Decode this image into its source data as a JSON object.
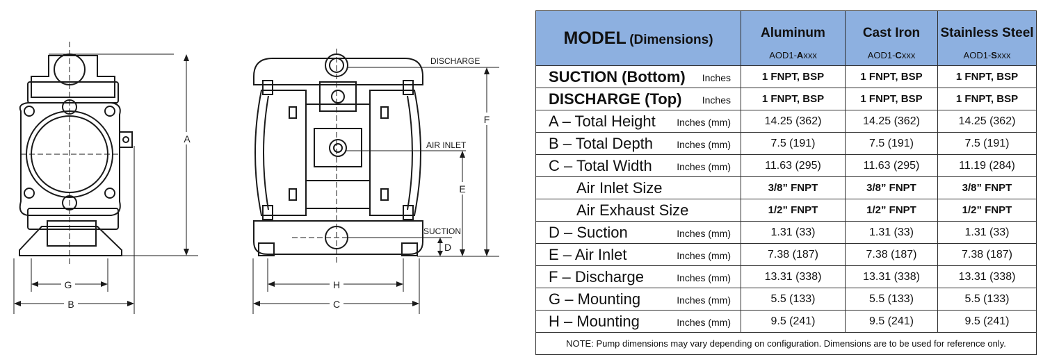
{
  "drawing": {
    "labels": {
      "discharge": "DISCHARGE",
      "air_inlet": "AIR INLET",
      "suction": "SUCTION",
      "a": "A",
      "b": "B",
      "c": "C",
      "d": "D",
      "e": "E",
      "f": "F",
      "g": "G",
      "h": "H"
    }
  },
  "table": {
    "header": {
      "model_bold": "MODEL",
      "model_small": "(Dimensions)",
      "materials": [
        {
          "name": "Aluminum",
          "code_prefix": "AOD1-",
          "code_letter": "A",
          "code_suffix": "xxx"
        },
        {
          "name": "Cast Iron",
          "code_prefix": "AOD1-",
          "code_letter": "C",
          "code_suffix": "xxx"
        },
        {
          "name": "Stainless Steel",
          "code_prefix": "AOD1-",
          "code_letter": "S",
          "code_suffix": "xxx"
        }
      ]
    },
    "rows": [
      {
        "label": "SUCTION (Bottom)",
        "unit": "Inches",
        "values": [
          "1 FNPT, BSP",
          "1 FNPT, BSP",
          "1 FNPT, BSP"
        ]
      },
      {
        "label": "DISCHARGE (Top)",
        "unit": "Inches",
        "values": [
          "1 FNPT, BSP",
          "1 FNPT, BSP",
          "1 FNPT, BSP"
        ]
      },
      {
        "label": "A – Total Height",
        "unit": "Inches (mm)",
        "values": [
          "14.25 (362)",
          "14.25 (362)",
          "14.25 (362)"
        ]
      },
      {
        "label": "B – Total Depth",
        "unit": "Inches (mm)",
        "values": [
          "7.5 (191)",
          "7.5 (191)",
          "7.5 (191)"
        ]
      },
      {
        "label": "C – Total Width",
        "unit": "Inches (mm)",
        "values": [
          "11.63 (295)",
          "11.63 (295)",
          "11.19 (284)"
        ]
      },
      {
        "label": "Air Inlet Size",
        "unit": "",
        "values": [
          "3/8” FNPT",
          "3/8” FNPT",
          "3/8” FNPT"
        ]
      },
      {
        "label": "Air Exhaust Size",
        "unit": "",
        "values": [
          "1/2” FNPT",
          "1/2” FNPT",
          "1/2” FNPT"
        ]
      },
      {
        "label": "D – Suction",
        "unit": "Inches (mm)",
        "values": [
          "1.31 (33)",
          "1.31 (33)",
          "1.31 (33)"
        ]
      },
      {
        "label": "E – Air Inlet",
        "unit": "Inches (mm)",
        "values": [
          "7.38 (187)",
          "7.38 (187)",
          "7.38 (187)"
        ]
      },
      {
        "label": "F – Discharge",
        "unit": "Inches (mm)",
        "values": [
          "13.31 (338)",
          "13.31 (338)",
          "13.31 (338)"
        ]
      },
      {
        "label": "G – Mounting",
        "unit": "Inches (mm)",
        "values": [
          "5.5 (133)",
          "5.5 (133)",
          "5.5 (133)"
        ]
      },
      {
        "label": "H – Mounting",
        "unit": "Inches (mm)",
        "values": [
          "9.5 (241)",
          "9.5 (241)",
          "9.5 (241)"
        ]
      }
    ],
    "note": "NOTE: Pump dimensions may vary depending on configuration.  Dimensions are to be used for reference only.",
    "header_color": "#8db0e0"
  }
}
